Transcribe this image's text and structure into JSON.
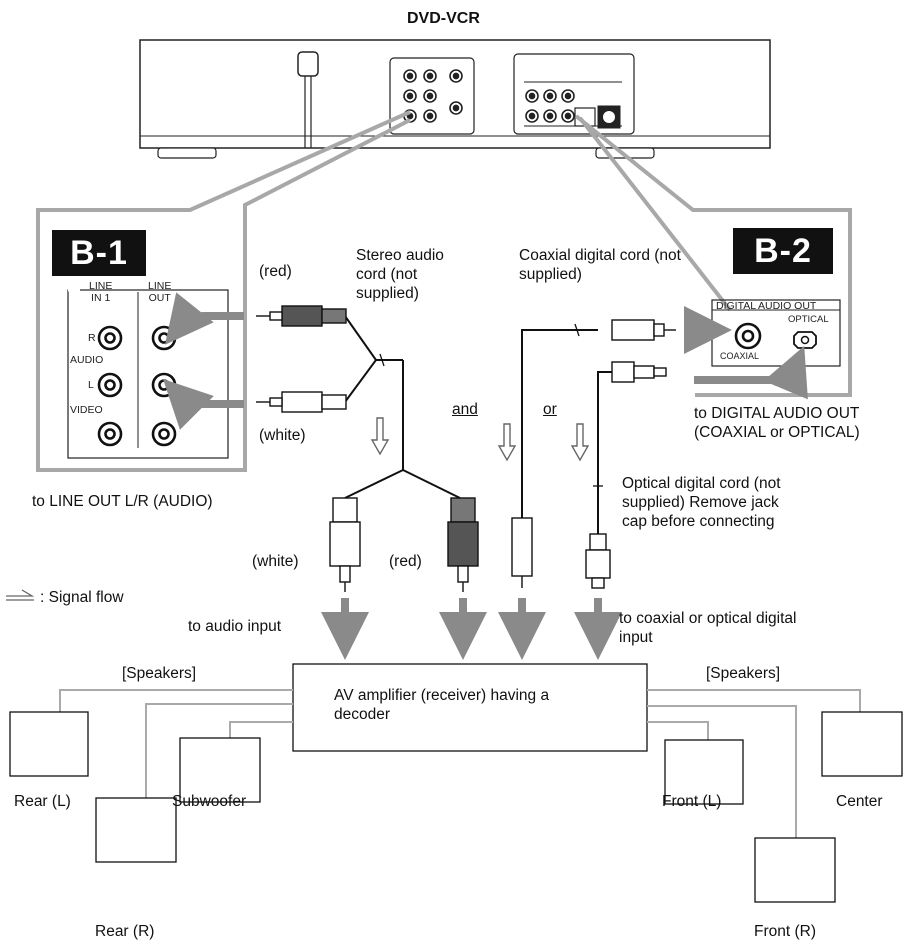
{
  "device_title": "DVD-VCR",
  "badges": {
    "b1": "B-1",
    "b2": "B-2"
  },
  "panel_b1": {
    "line_in": "LINE\nIN 1",
    "line_out": "LINE\nOUT",
    "r": "R",
    "audio": "AUDIO",
    "l": "L",
    "video": "VIDEO"
  },
  "panel_b2": {
    "header": "DIGITAL AUDIO OUT",
    "optical": "OPTICAL",
    "coaxial": "COAXIAL"
  },
  "labels": {
    "red_top": "(red)",
    "white_top": "(white)",
    "stereo_cord": "Stereo audio cord (not supplied)",
    "coaxial_cord": "Coaxial digital cord (not supplied)",
    "and": "and",
    "or": "or",
    "to_digital_out": "to DIGITAL AUDIO OUT (COAXIAL or OPTICAL)",
    "to_line_out": "to LINE OUT L/R (AUDIO)",
    "optical_cord": "Optical digital cord (not supplied) Remove jack cap before connecting",
    "white_bottom": "(white)",
    "red_bottom": "(red)",
    "signal_flow": ": Signal flow",
    "to_audio_input": "to audio input",
    "to_digital_input": "to coaxial or optical digital input",
    "speakers_left": "[Speakers]",
    "speakers_right": "[Speakers]",
    "amplifier": "AV amplifier (receiver) having a decoder"
  },
  "speakers": {
    "rear_l": "Rear (L)",
    "subwoofer": "Subwoofer",
    "front_l": "Front (L)",
    "center": "Center",
    "rear_r": "Rear (R)",
    "front_r": "Front (R)"
  }
}
